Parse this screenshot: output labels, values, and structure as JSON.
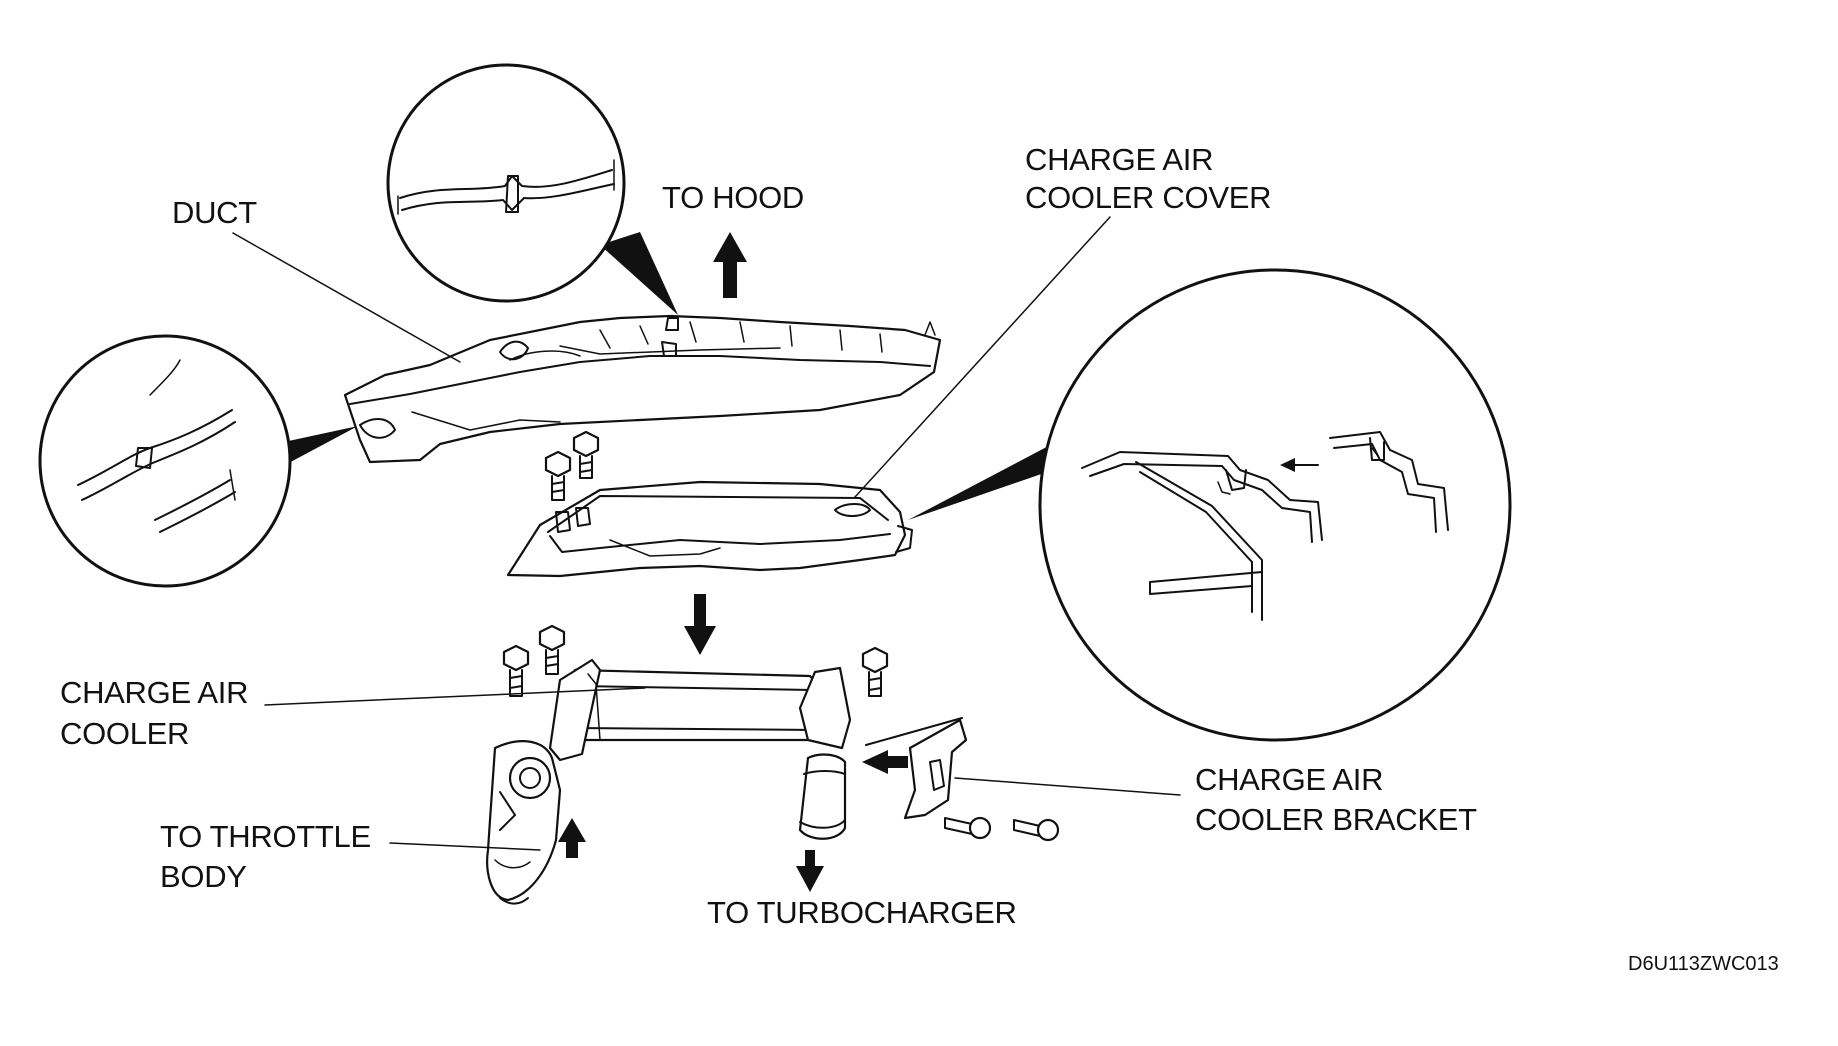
{
  "diagram": {
    "labels": {
      "duct": "DUCT",
      "to_hood": "TO HOOD",
      "cac_cover_line1": "CHARGE AIR",
      "cac_cover_line2": "COOLER COVER",
      "cac_line1": "CHARGE AIR",
      "cac_line2": "COOLER",
      "bracket_line1": "CHARGE AIR",
      "bracket_line2": "COOLER BRACKET",
      "throttle_line1": "TO THROTTLE",
      "throttle_line2": "BODY",
      "turbo": "TO TURBOCHARGER"
    },
    "figure_code": "D6U113ZWC013",
    "colors": {
      "ink": "#111111",
      "background": "#ffffff"
    }
  }
}
